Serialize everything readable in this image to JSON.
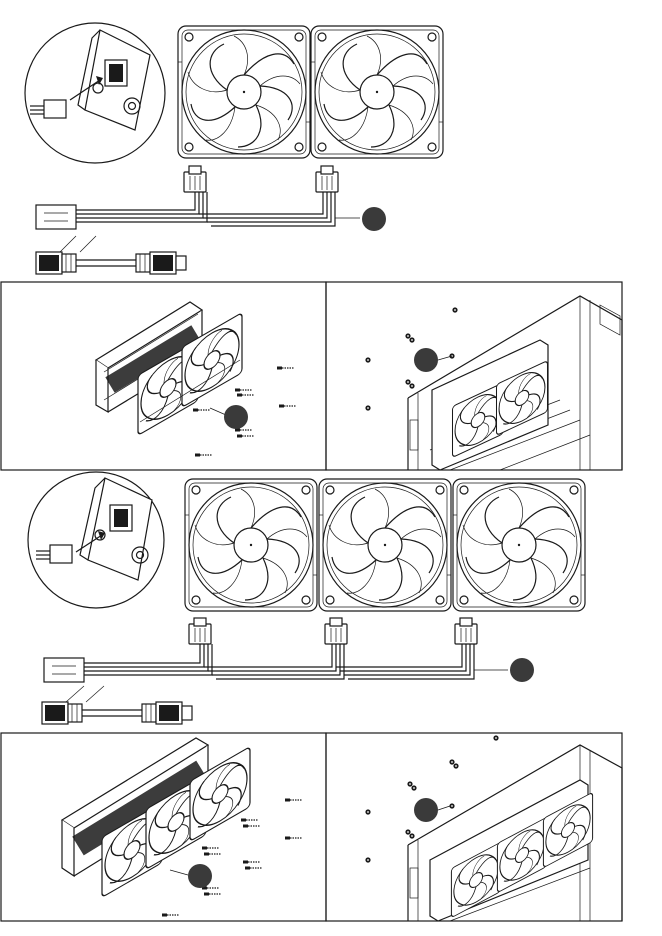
{
  "document": {
    "type": "installation-diagram",
    "steps": [
      {
        "id": "fan-wiring-240",
        "fan_count": 2,
        "badge_label": ""
      },
      {
        "id": "radiator-assembly-240",
        "badge_label": ""
      },
      {
        "id": "case-mount-240",
        "badge_label": ""
      },
      {
        "id": "fan-wiring-360",
        "fan_count": 3,
        "badge_label": ""
      },
      {
        "id": "radiator-assembly-360",
        "badge_label": ""
      },
      {
        "id": "case-mount-360",
        "badge_label": ""
      }
    ]
  },
  "colors": {
    "line": "#1a1a1a",
    "badge": "#3a3a3a",
    "background": "#ffffff"
  }
}
